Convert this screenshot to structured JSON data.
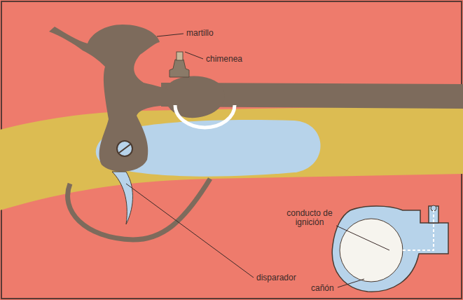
{
  "diagram": {
    "labels": [
      "martillo",
      "chimenea",
      "conducto de ignición",
      "disparador",
      "cañón"
    ]
  }
}
